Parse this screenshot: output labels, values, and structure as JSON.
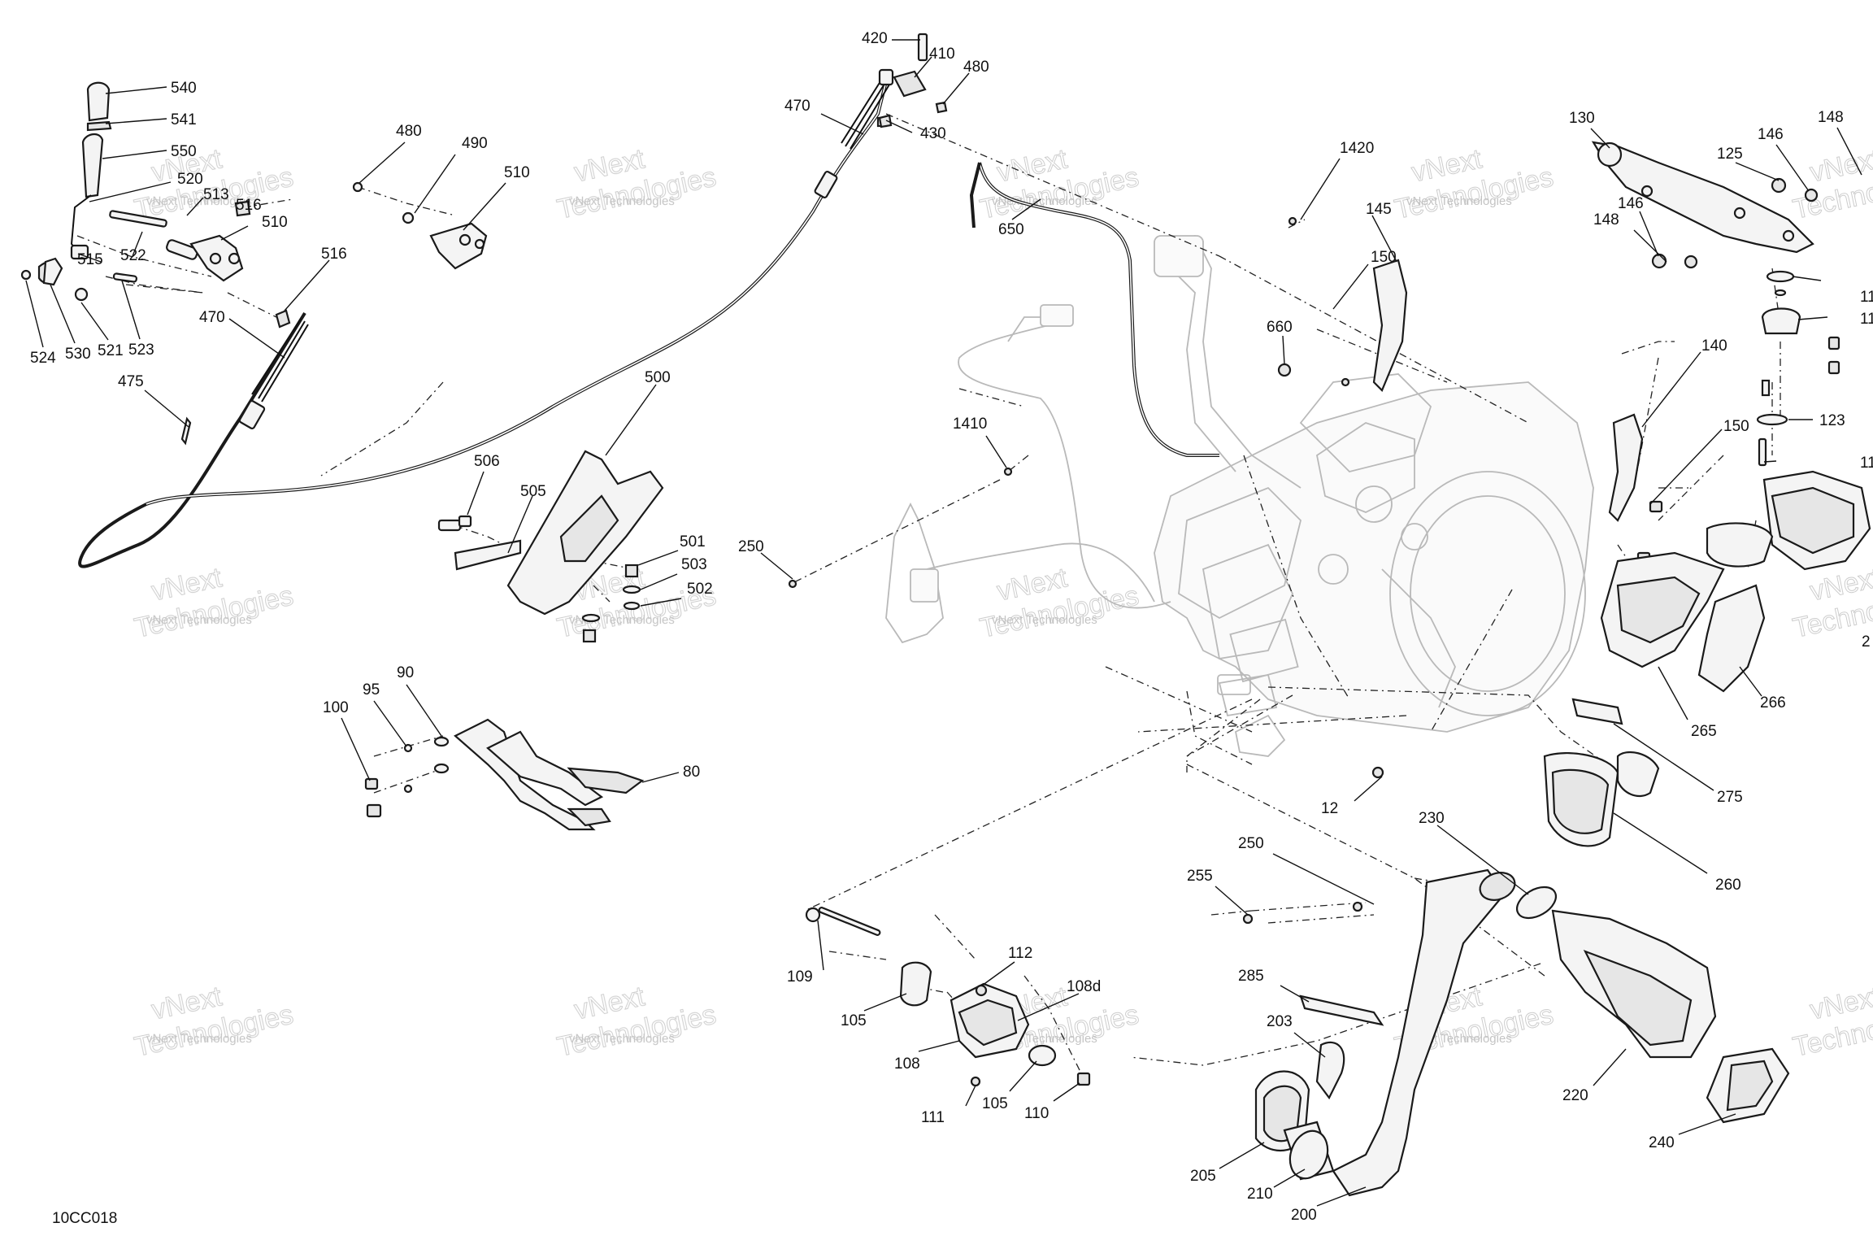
{
  "figure_id": "10CC018",
  "watermark": {
    "line1": "vNext",
    "line2": "Technologies",
    "caption": "vNext Technologies"
  },
  "callouts": [
    {
      "label": "540"
    },
    {
      "label": "541"
    },
    {
      "label": "550"
    },
    {
      "label": "520"
    },
    {
      "label": "513"
    },
    {
      "label": "516"
    },
    {
      "label": "510"
    },
    {
      "label": "522"
    },
    {
      "label": "515"
    },
    {
      "label": "524"
    },
    {
      "label": "530"
    },
    {
      "label": "521"
    },
    {
      "label": "523"
    },
    {
      "label": "516"
    },
    {
      "label": "470"
    },
    {
      "label": "475"
    },
    {
      "label": "480"
    },
    {
      "label": "490"
    },
    {
      "label": "510"
    },
    {
      "label": "420"
    },
    {
      "label": "410"
    },
    {
      "label": "480"
    },
    {
      "label": "470"
    },
    {
      "label": "430"
    },
    {
      "label": "650"
    },
    {
      "label": "1420"
    },
    {
      "label": "145"
    },
    {
      "label": "150"
    },
    {
      "label": "660"
    },
    {
      "label": "1410"
    },
    {
      "label": "250"
    },
    {
      "label": "500"
    },
    {
      "label": "506"
    },
    {
      "label": "505"
    },
    {
      "label": "501"
    },
    {
      "label": "503"
    },
    {
      "label": "502"
    },
    {
      "label": "100"
    },
    {
      "label": "95"
    },
    {
      "label": "90"
    },
    {
      "label": "80"
    },
    {
      "label": "130"
    },
    {
      "label": "125"
    },
    {
      "label": "146"
    },
    {
      "label": "148"
    },
    {
      "label": "146"
    },
    {
      "label": "148"
    },
    {
      "label": "140"
    },
    {
      "label": "150"
    },
    {
      "label": "123"
    },
    {
      "label": "265"
    },
    {
      "label": "266"
    },
    {
      "label": "275"
    },
    {
      "label": "260"
    },
    {
      "label": "12"
    },
    {
      "label": "230"
    },
    {
      "label": "250"
    },
    {
      "label": "255"
    },
    {
      "label": "109"
    },
    {
      "label": "112"
    },
    {
      "label": "108d"
    },
    {
      "label": "105"
    },
    {
      "label": "108"
    },
    {
      "label": "111"
    },
    {
      "label": "105"
    },
    {
      "label": "110"
    },
    {
      "label": "285"
    },
    {
      "label": "203"
    },
    {
      "label": "205"
    },
    {
      "label": "210"
    },
    {
      "label": "200"
    },
    {
      "label": "220"
    },
    {
      "label": "240"
    },
    {
      "label": "11"
    },
    {
      "label": "11"
    },
    {
      "label": "11"
    },
    {
      "label": "2"
    }
  ]
}
